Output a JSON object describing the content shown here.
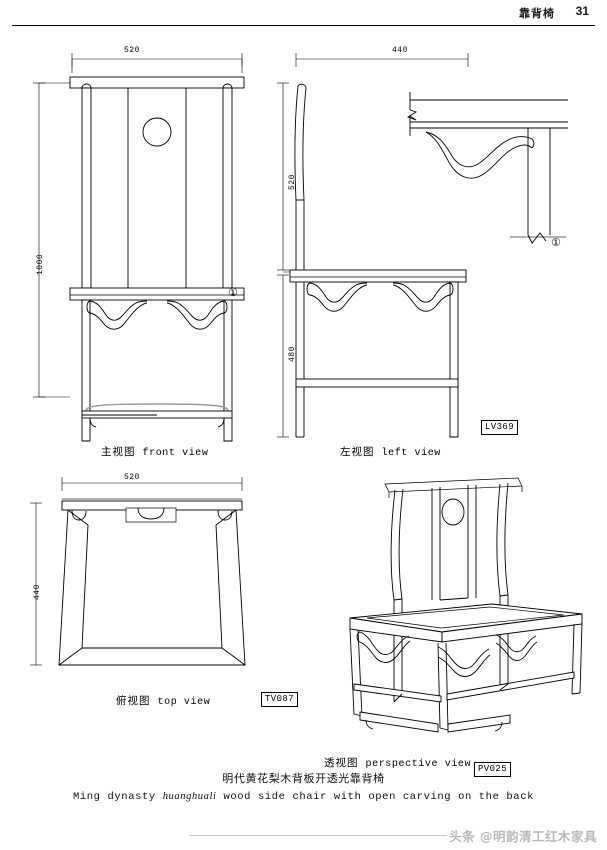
{
  "header": {
    "title": "靠背椅",
    "page_number": "31"
  },
  "views": {
    "front": {
      "label_cn": "主视图",
      "label_en": "front view",
      "dim_width": "520",
      "dim_height": "1000",
      "detail_marker": "①"
    },
    "left": {
      "label_cn": "左视图",
      "label_en": "left view",
      "dim_width": "440",
      "dim_height_upper": "520",
      "dim_height_lower": "480",
      "code": "LV369"
    },
    "detail": {
      "marker": "①"
    },
    "top": {
      "label_cn": "俯视图",
      "label_en": "top view",
      "dim_width": "520",
      "dim_depth": "440",
      "code": "TV087"
    },
    "perspective": {
      "label_cn": "透视图",
      "label_en": "perspective view",
      "code": "PV025"
    }
  },
  "caption": {
    "cn": "明代黄花梨木背板开透光靠背椅",
    "en_prefix": "Ming dynasty ",
    "en_italic": "huanghuali",
    "en_suffix": " wood side chair with open carving on the back"
  },
  "watermark": {
    "text": "头条 @明韵清工红木家具"
  },
  "colors": {
    "line": "#000000",
    "hidden_line": "#9a9a9a",
    "watermark": "#b9b9b9",
    "background": "#ffffff"
  }
}
